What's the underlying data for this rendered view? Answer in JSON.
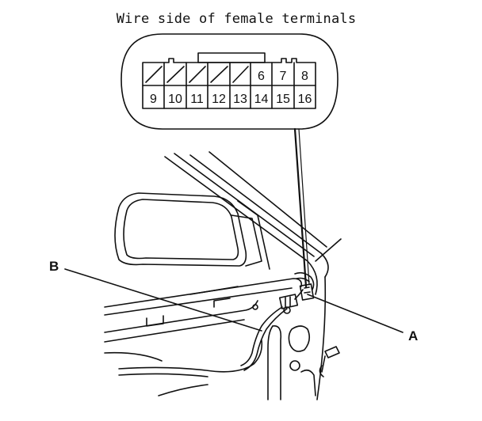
{
  "title": "Wire side of female terminals",
  "callouts": {
    "a": "A",
    "b": "B"
  },
  "connector": {
    "top_row": {
      "hatched_cells": 5,
      "labels": [
        "6",
        "7",
        "8"
      ]
    },
    "bottom_row": {
      "labels": [
        "9",
        "10",
        "11",
        "12",
        "13",
        "14",
        "15",
        "16"
      ]
    }
  }
}
